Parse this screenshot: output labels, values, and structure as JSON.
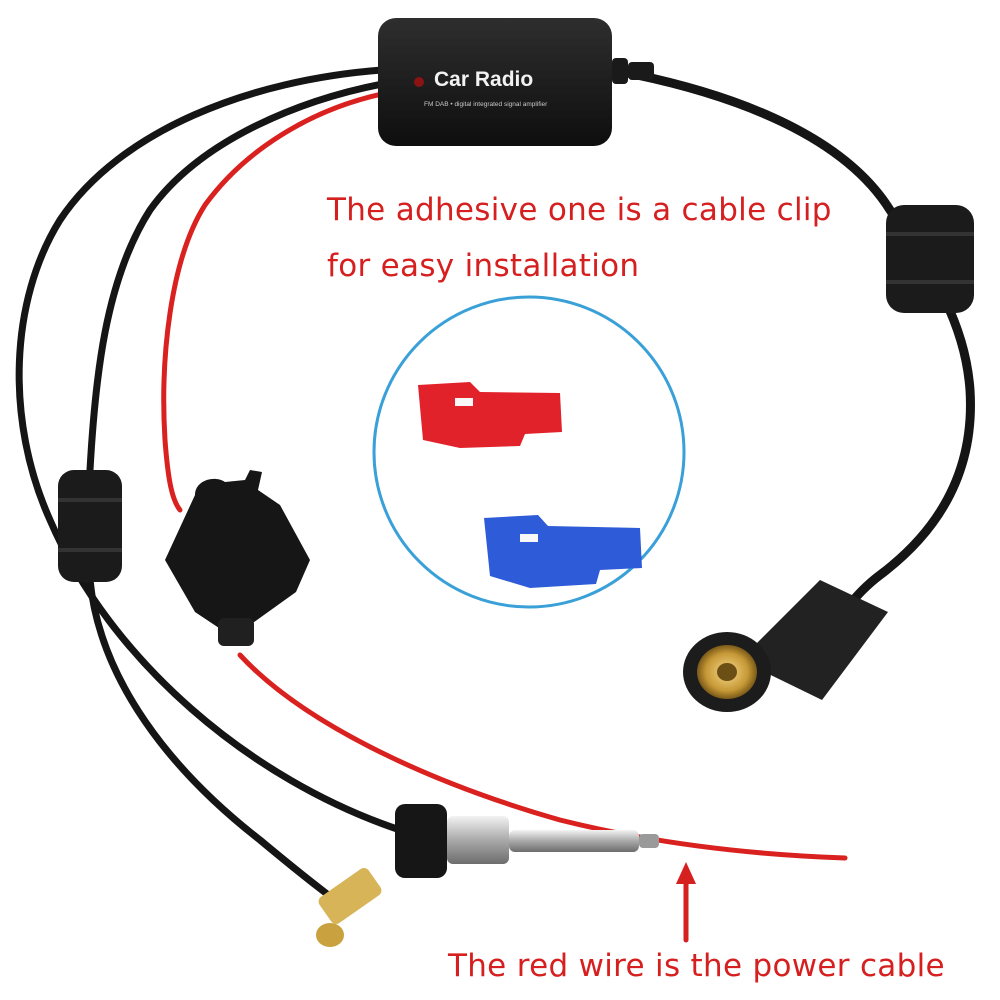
{
  "product": {
    "brand_label": "Car Radio",
    "sub_label": "FM DAB • digital integrated signal amplifier"
  },
  "captions": {
    "top_line1": "The adhesive one is a cable clip",
    "top_line2": "for easy installation",
    "bottom": "The red wire is the power cable"
  },
  "colors": {
    "caption_red": "#d61f1f",
    "cable_black": "#151515",
    "wire_red": "#d9221f",
    "clip_red": "#e2222b",
    "clip_blue": "#2e5bd8",
    "circle_blue": "#3aa0d8"
  },
  "icons": [
    "arrow-up-icon"
  ]
}
